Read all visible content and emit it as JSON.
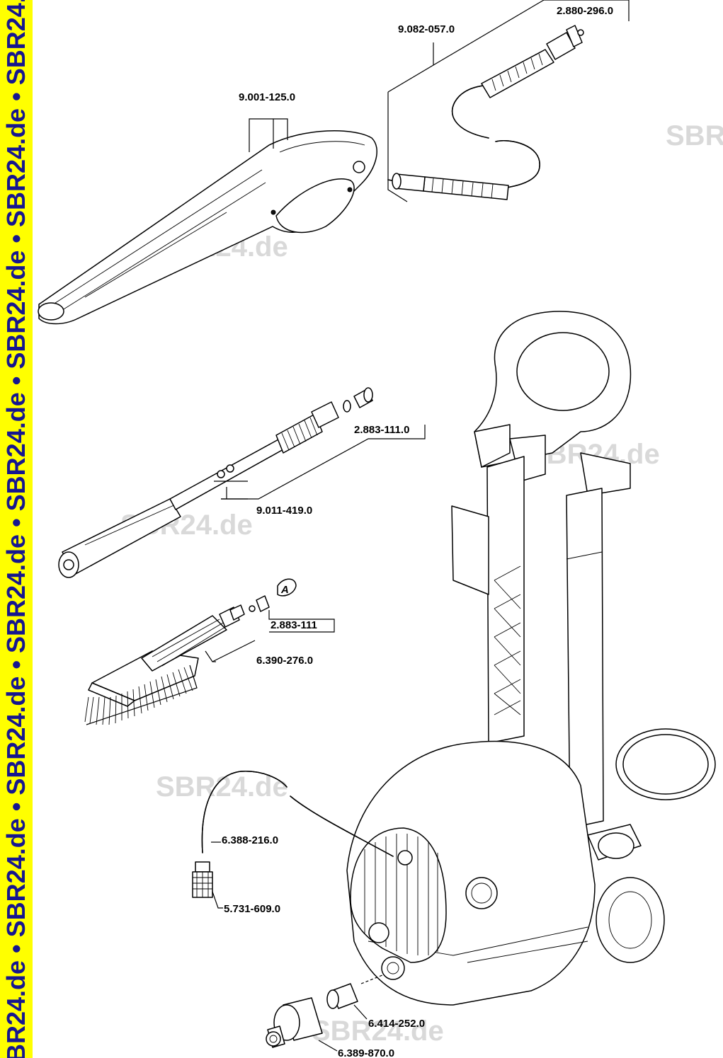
{
  "banner": {
    "text": "BR24.de • SBR24.de • SBR24.de • SBR24.de • SBR24.de • SBR24.de • SBR24.de • SBR24.",
    "bg": "#ffff00",
    "color": "#16168f"
  },
  "watermark": {
    "text": "SBR24.de",
    "color": "#d9d9d9"
  },
  "parts": {
    "nut": "2.880-296.0",
    "hose": "9.082-057.0",
    "gun": "9.001-125.0",
    "nozzle": "2.883-111.0",
    "lance": "9.011-419.0",
    "marker": "A",
    "brush_nozzle": "2.883-111",
    "brush": "6.390-276.0",
    "suction_hose": "6.388-216.0",
    "filter": "5.731-609.0",
    "adapter": "6.414-252.0",
    "coupling": "6.389-870.0"
  }
}
